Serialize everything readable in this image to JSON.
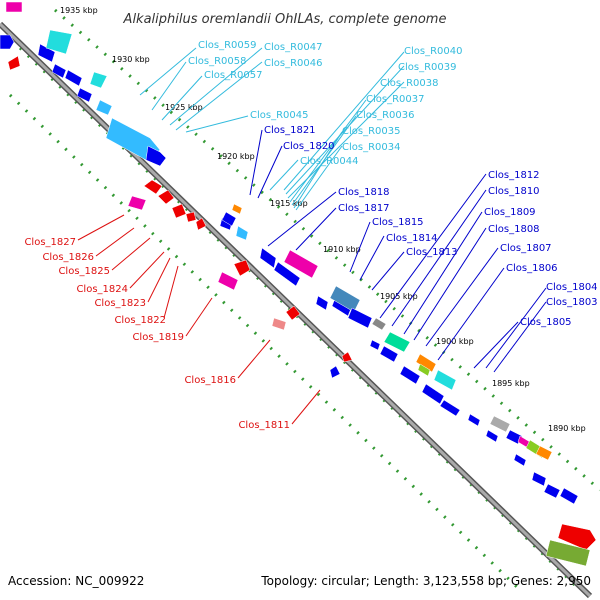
{
  "title": "Alkaliphilus oremlandii OhILAs, complete genome",
  "accession": "Accession: NC_009922",
  "summary": "Topology: circular; Length: 3,123,558 bp; Genes: 2,950",
  "colors": {
    "backbone": "#888888",
    "dots": "#339933",
    "label_red": "#dd1111",
    "label_blue": "#0000cc",
    "label_cyan": "#33bbdd"
  },
  "kbp_labels": [
    "1935 kbp",
    "1930 kbp",
    "1925 kbp",
    "1920 kbp",
    "1915 kbp",
    "1910 kbp",
    "1905 kbp",
    "1900 kbp",
    "1895 kbp",
    "1890 kbp"
  ],
  "rna_labels": [
    "Clos_R0059",
    "Clos_R0058",
    "Clos_R0057",
    "Clos_R0047",
    "Clos_R0046",
    "Clos_R0045",
    "Clos_R0040",
    "Clos_R0039",
    "Clos_R0038",
    "Clos_R0037",
    "Clos_R0036",
    "Clos_R0035",
    "Clos_R0034",
    "Clos_R0044"
  ],
  "gene_labels_top": [
    "Clos_1821",
    "Clos_1820",
    "Clos_1818",
    "Clos_1817",
    "Clos_1815",
    "Clos_1814",
    "Clos_1813",
    "Clos_1812",
    "Clos_1810",
    "Clos_1809",
    "Clos_1808",
    "Clos_1807",
    "Clos_1806",
    "Clos_1805",
    "Clos_1804",
    "Clos_1803"
  ],
  "gene_labels_bottom": [
    "Clos_1827",
    "Clos_1826",
    "Clos_1825",
    "Clos_1824",
    "Clos_1823",
    "Clos_1822",
    "Clos_1819",
    "Clos_1816",
    "Clos_1811"
  ]
}
